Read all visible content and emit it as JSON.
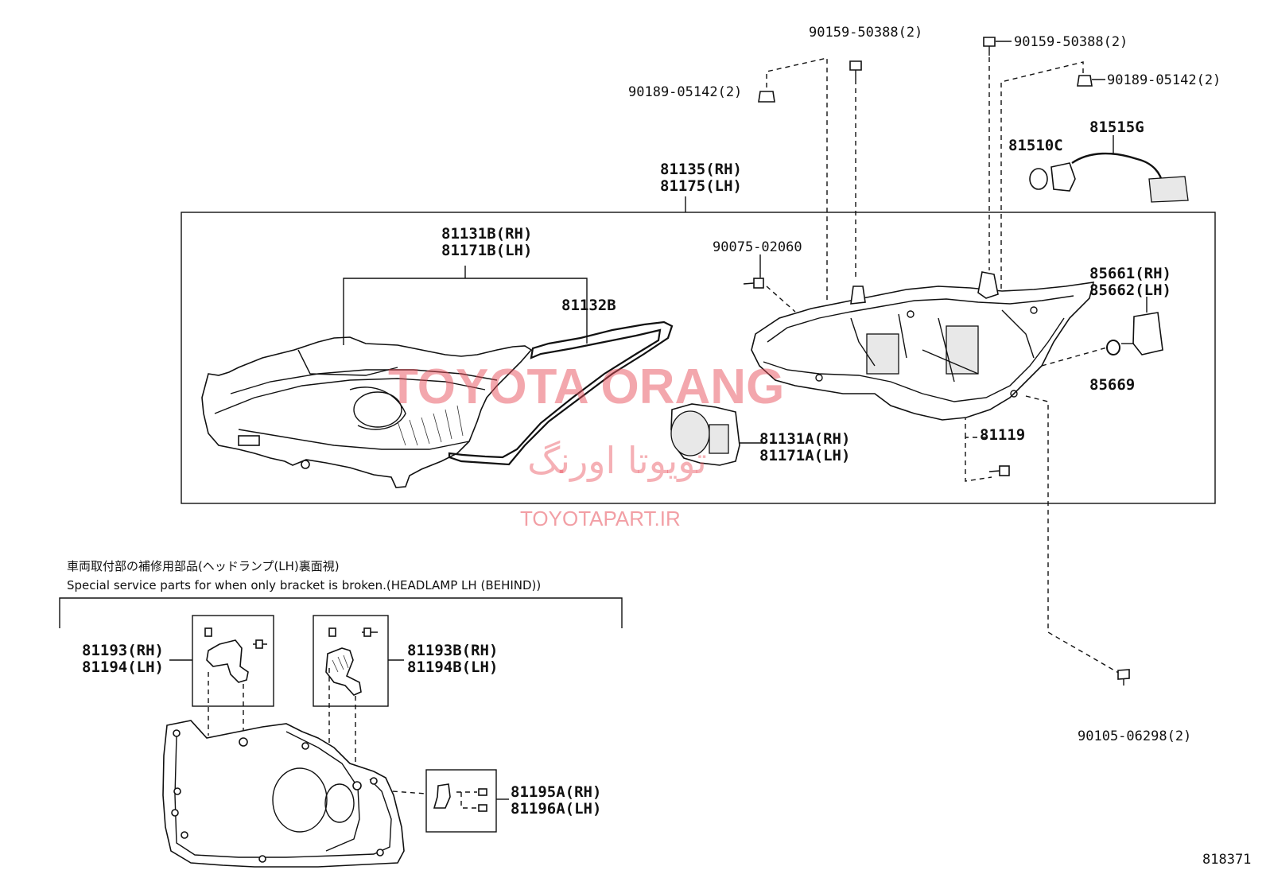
{
  "labels": {
    "p90159_top": "90159-50388(2)",
    "p90189_left": "90189-05142(2)",
    "p90159_right": "90159-50388(2)",
    "p90189_right": "90189-05142(2)",
    "p81515g": "81515G",
    "p81510c": "81510C",
    "p81135_rh": "81135(RH)",
    "p81175_lh": "81175(LH)",
    "p81131b_rh": "81131B(RH)",
    "p81171b_lh": "81171B(LH)",
    "p81132b": "81132B",
    "p90075": "90075-02060",
    "p85661_rh": "85661(RH)",
    "p85662_lh": "85662(LH)",
    "p85669": "85669",
    "p81131a_rh": "81131A(RH)",
    "p81171a_lh": "81171A(LH)",
    "p81119": "81119",
    "p81193_rh": "81193(RH)",
    "p81194_lh": "81194(LH)",
    "p81193b_rh": "81193B(RH)",
    "p81194b_lh": "81194B(LH)",
    "p81195a_rh": "81195A(RH)",
    "p81196a_lh": "81196A(LH)",
    "p90105": "90105-06298(2)",
    "diagram_id": "818371"
  },
  "notes": {
    "jp": "車両取付部の補修用部品(ヘッドランプ(LH)裏面視)",
    "en": "Special service parts for when only bracket is broken.(HEADLAMP LH (BEHIND))"
  },
  "watermark": {
    "main": "TOYOTA ORANG",
    "persian": "تویوتا اورنگ",
    "url": "TOYOTAPART.IR",
    "color": "#e8505b"
  }
}
